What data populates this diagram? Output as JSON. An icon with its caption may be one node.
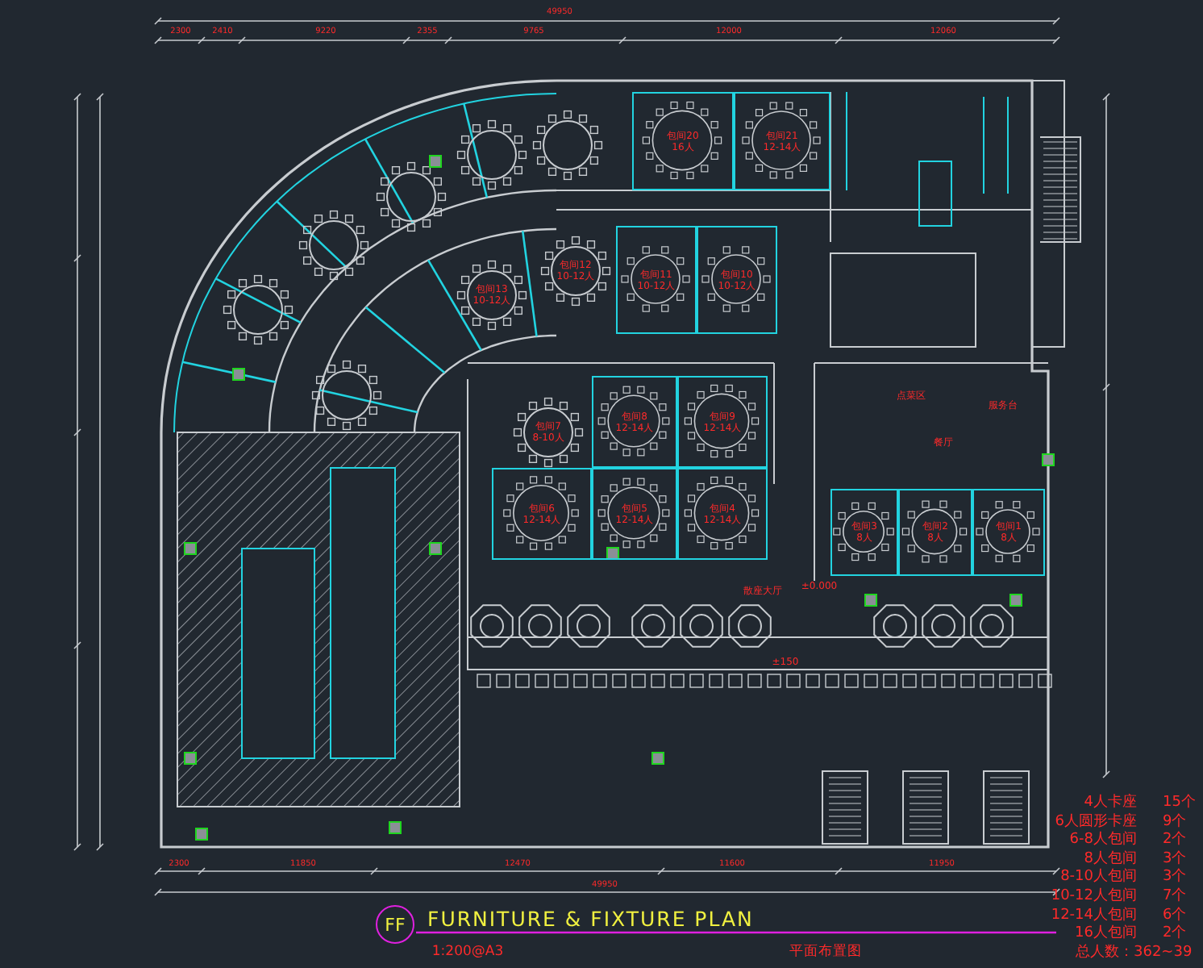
{
  "diagram": {
    "title": "FURNITURE & FIXTURE PLAN",
    "nodes": [
      {
        "text": [
          "包间20",
          "16人"
        ]
      },
      {
        "text": [
          "包间21",
          "12-14人"
        ]
      },
      {
        "text": [
          "包间11",
          "10-12人"
        ]
      },
      {
        "text": [
          "包间10",
          "10-12人"
        ]
      },
      {
        "text": [
          "包间8",
          "12-14人"
        ]
      },
      {
        "text": [
          "包间9",
          "12-14人"
        ]
      },
      {
        "text": [
          "包间6",
          "12-14人"
        ]
      },
      {
        "text": [
          "包间5",
          "12-14人"
        ]
      },
      {
        "text": [
          "包间4",
          "12-14人"
        ]
      },
      {
        "text": [
          "包间3",
          "8人"
        ]
      },
      {
        "text": [
          "包间2",
          "8人"
        ]
      },
      {
        "text": [
          "包间1",
          "8人"
        ]
      },
      {
        "text": [
          "FF"
        ]
      }
    ],
    "labels": [
      "2300",
      "2410",
      "9220",
      "2355",
      "9765",
      "12000",
      "12060",
      "49950",
      "包间13",
      "10-12人",
      "包间12",
      "10-12人",
      "包间7",
      "8-10人",
      "点菜区",
      "服务台",
      "餐厅",
      "散座大厅",
      "±0.000",
      "±150",
      "2300",
      "11850",
      "12470",
      "11600",
      "11950",
      "49950",
      "1:200@A3",
      "平面布置图",
      "4人卡座",
      "15个",
      "6人圆形卡座",
      "9个",
      "6-8人包间",
      "2个",
      "8人包间",
      "3个",
      "8-10人包间",
      "3个",
      "10-12人包间",
      "7个",
      "12-14人包间",
      "6个",
      "16人包间",
      "2个",
      "总人数：362~39"
    ]
  }
}
